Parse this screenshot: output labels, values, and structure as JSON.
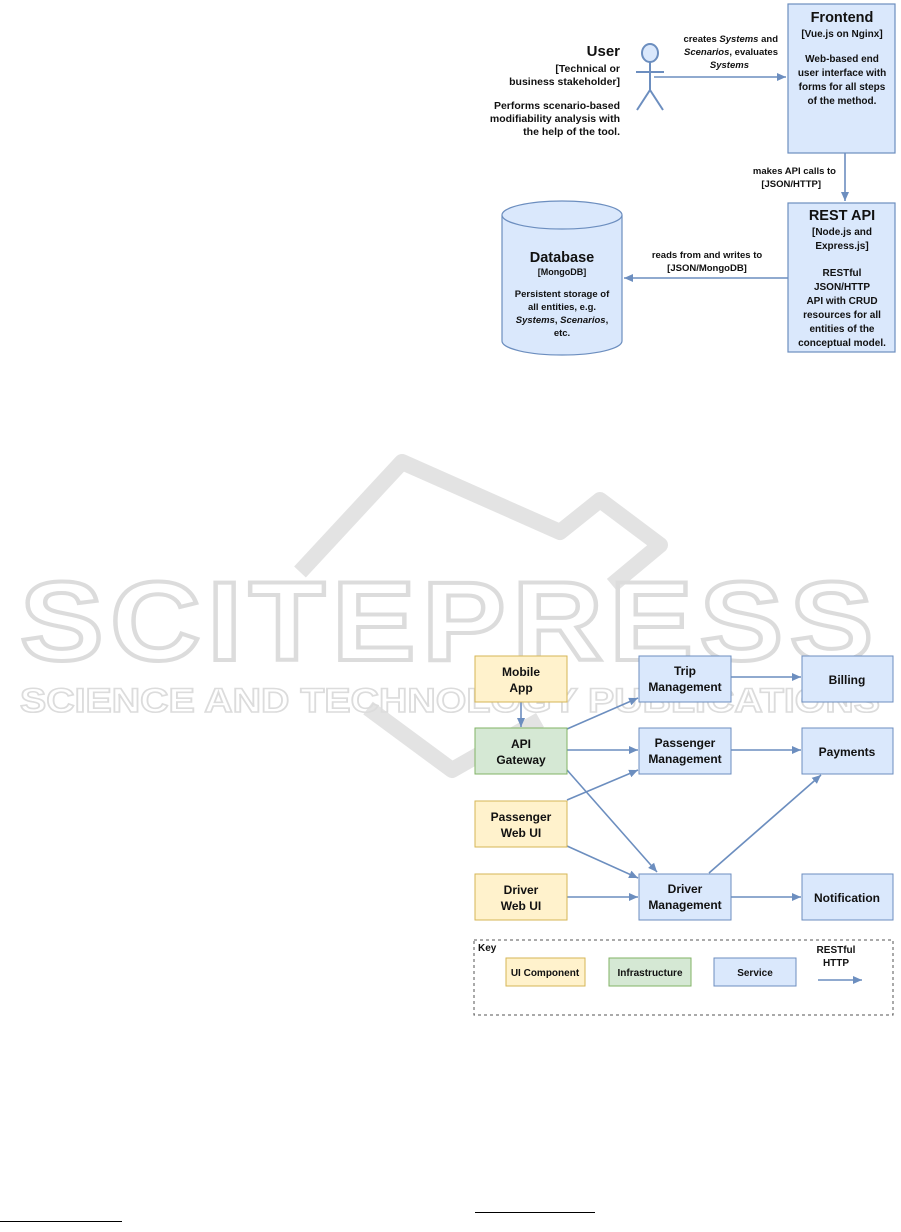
{
  "architecture": {
    "user": {
      "title": "User",
      "line1": "[Technical or",
      "line2": "business stakeholder]",
      "desc1": "Performs scenario-based",
      "desc2": "modifiability analysis with",
      "desc3": "the help of the tool."
    },
    "user_to_frontend": {
      "l1_a": "creates ",
      "l1_b": "Systems",
      "l1_c": " and",
      "l2_a": "Scenarios",
      "l2_b": ", evaluates",
      "l3": "Systems"
    },
    "frontend": {
      "title": "Frontend",
      "tech": "[Vue.js on Nginx]",
      "d1": "Web-based end",
      "d2": "user interface with",
      "d3": "forms for all steps",
      "d4": "of the method."
    },
    "frontend_to_api": {
      "l1": "makes API calls to",
      "l2": "[JSON/HTTP]"
    },
    "rest_api": {
      "title": "REST API",
      "t1": "[Node.js and",
      "t2": "Express.js]",
      "d1": "RESTful",
      "d2": "JSON/HTTP",
      "d3": "API with CRUD",
      "d4": "resources for all",
      "d5": "entities of the",
      "d6": "conceptual model."
    },
    "api_to_db": {
      "l1": "reads from and writes to",
      "l2": "[JSON/MongoDB]"
    },
    "database": {
      "title": "Database",
      "tech": "[MongoDB]",
      "d1": "Persistent storage of",
      "d2": "all entities, e.g.",
      "d3_a": "Systems",
      "d3_b": ", ",
      "d3_c": "Scenarios",
      "d3_d": ",",
      "d4": "etc."
    }
  },
  "watermark": {
    "big": "SCITEPRESS",
    "sub": "SCIENCE AND TECHNOLOGY PUBLICATIONS"
  },
  "microservices": {
    "mobile_app": [
      "Mobile",
      "App"
    ],
    "api_gateway": [
      "API",
      "Gateway"
    ],
    "passenger_web_ui": [
      "Passenger",
      "Web UI"
    ],
    "driver_web_ui": [
      "Driver",
      "Web UI"
    ],
    "trip_management": [
      "Trip",
      "Management"
    ],
    "passenger_management": [
      "Passenger",
      "Management"
    ],
    "driver_management": [
      "Driver",
      "Management"
    ],
    "billing": "Billing",
    "payments": "Payments",
    "notification": "Notification"
  },
  "key": {
    "title": "Key",
    "ui_component": "UI Component",
    "infrastructure": "Infrastructure",
    "service": "Service",
    "arrow_l1": "RESTful",
    "arrow_l2": "HTTP"
  },
  "colors": {
    "ui_fill": "#fff2cc",
    "ui_stroke": "#d6b656",
    "infra_fill": "#d5e8d4",
    "infra_stroke": "#82b366",
    "service_fill": "#dae8fc",
    "service_stroke": "#6c8ebf",
    "arrow": "#6c8ebf"
  }
}
